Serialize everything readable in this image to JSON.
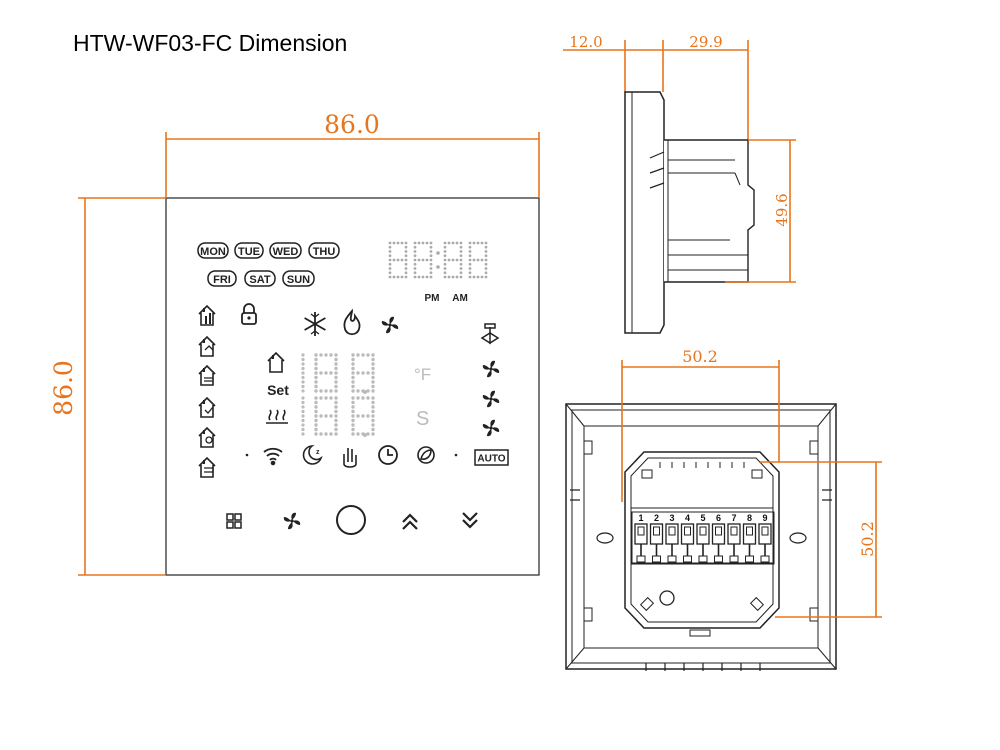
{
  "title": "HTW-WF03-FC Dimension",
  "colors": {
    "dimension": "#e8741c",
    "ink": "#222222",
    "segment_off": "#bbbbbb"
  },
  "dimensions": {
    "front_width": "86.0",
    "front_height": "86.0",
    "side_panel_thickness": "12.0",
    "side_body_depth": "29.9",
    "side_body_height": "49.6",
    "rear_box_width": "50.2",
    "rear_box_height": "50.2"
  },
  "display": {
    "days_row1": [
      "MON",
      "TUE",
      "WED",
      "THU"
    ],
    "days_row2": [
      "FRI",
      "SAT",
      "SUN"
    ],
    "clock": "88:88",
    "pm": "PM",
    "am": "AM",
    "set": "Set",
    "temp_unit": "°F",
    "seconds_unit": "S",
    "auto": "AUTO"
  },
  "buttons": [
    "menu",
    "fan",
    "power",
    "up",
    "down"
  ],
  "terminals": [
    "1",
    "2",
    "3",
    "4",
    "5",
    "6",
    "7",
    "8",
    "9"
  ]
}
